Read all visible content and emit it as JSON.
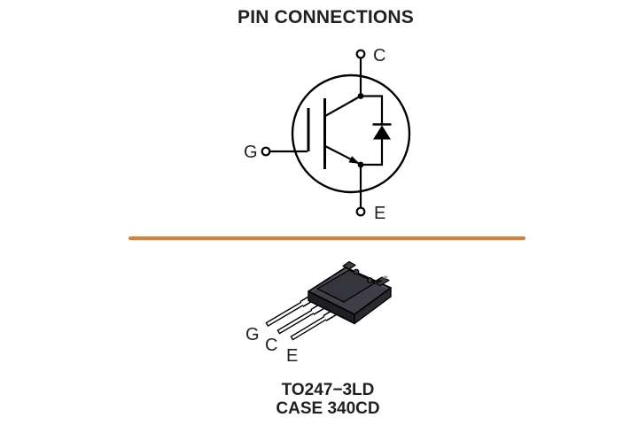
{
  "title": "PIN CONNECTIONS",
  "schematic": {
    "collector_label": "C",
    "gate_label": "G",
    "emitter_label": "E"
  },
  "divider": {
    "color": "#D0843C"
  },
  "package": {
    "gate_label": "G",
    "collector_label": "C",
    "emitter_label": "E",
    "caption_line1": "TO247−3LD",
    "caption_line2": "CASE 340CD"
  },
  "colors": {
    "ink": "#231F20",
    "package_body": "#3F3F47",
    "package_pad": "#35353C",
    "package_side_dark": "#1E1E23",
    "package_side_right": "#2A2A31",
    "package_bevel": "#5A5A64",
    "package_highlight": "#9A9AA3",
    "lead_fill": "#FFFFFF"
  }
}
